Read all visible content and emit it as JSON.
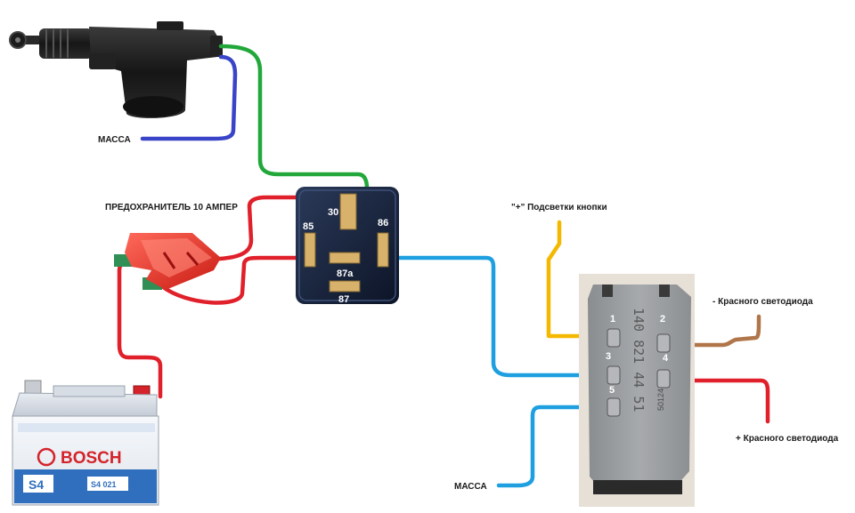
{
  "labels": {
    "massa_top": "МАССА",
    "fuse": "ПРЕДОХРАНИТЕЛЬ 10 АМПЕР",
    "button_backlight": "\"+\" Подсветки кнопки",
    "led_minus": "- Красного светодиода",
    "led_plus": "+ Красного светодиода",
    "massa_bottom": "МАССА"
  },
  "relay_pins": {
    "p30": "30",
    "p85": "85",
    "p86": "86",
    "p87a": "87a",
    "p87": "87"
  },
  "switch_pins": {
    "s1": "1",
    "s2": "2",
    "s3": "3",
    "s4": "4",
    "s5": "5"
  },
  "switch_code": {
    "part_number": "140 821 44 51",
    "side_code": "501244"
  },
  "battery": {
    "brand": "BOSCH",
    "model": "S4",
    "sub_code": "S4 021"
  },
  "colors": {
    "wire_green": "#22a83a",
    "wire_blue_dark": "#3a44c8",
    "wire_red": "#e0202a",
    "wire_light_blue": "#1e9fe0",
    "wire_yellow": "#f5b800",
    "wire_brown": "#b0764a"
  }
}
